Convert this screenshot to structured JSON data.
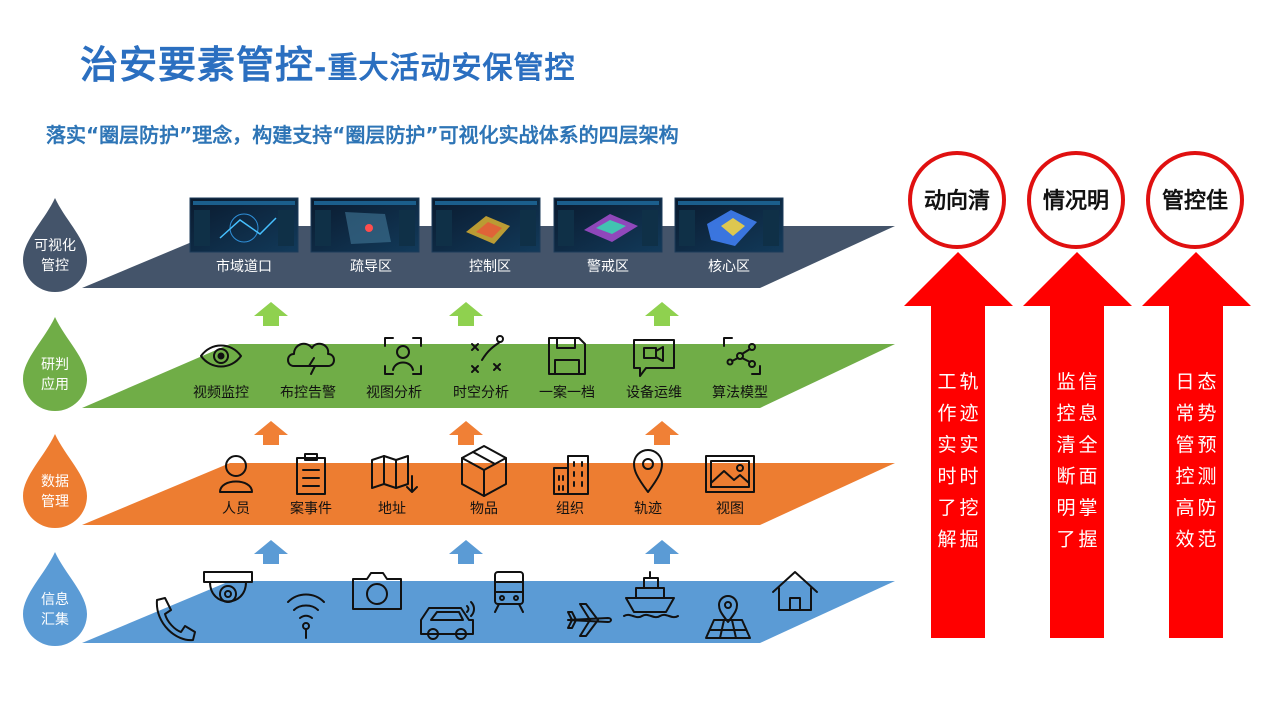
{
  "header": {
    "title_main": "治安要素管控",
    "title_sub": "-重大活动安保管控",
    "subtitle": "落实“圈层防护”理念，构建支持“圈层防护”可视化实战体系的四层架构"
  },
  "colors": {
    "title": "#2b6fc0",
    "layer_visual": "#44546a",
    "layer_analysis": "#70ad47",
    "layer_data": "#ed7d31",
    "layer_collect": "#5b9bd5",
    "up_arrow_green": "#8fd14f",
    "up_arrow_orange": "#f08036",
    "up_arrow_blue": "#5b9bd5",
    "big_arrow": "#ff0000"
  },
  "layers": [
    {
      "name_line1": "可视化",
      "name_line2": "管控"
    },
    {
      "name_line1": "研判",
      "name_line2": "应用"
    },
    {
      "name_line1": "数据",
      "name_line2": "管理"
    },
    {
      "name_line1": "信息",
      "name_line2": "汇集"
    }
  ],
  "visual_items": [
    "市域道口",
    "疏导区",
    "控制区",
    "警戒区",
    "核心区"
  ],
  "analysis_items": [
    {
      "label": "视频监控",
      "icon": "eye-icon"
    },
    {
      "label": "布控告警",
      "icon": "cloud-lightning-icon"
    },
    {
      "label": "视图分析",
      "icon": "face-scan-icon"
    },
    {
      "label": "时空分析",
      "icon": "tactics-icon"
    },
    {
      "label": "一案一档",
      "icon": "floppy-icon"
    },
    {
      "label": "设备运维",
      "icon": "video-chat-icon"
    },
    {
      "label": "算法模型",
      "icon": "network-icon"
    }
  ],
  "data_items": [
    {
      "label": "人员",
      "icon": "person-icon"
    },
    {
      "label": "案事件",
      "icon": "clipboard-icon"
    },
    {
      "label": "地址",
      "icon": "map-icon"
    },
    {
      "label": "物品",
      "icon": "box-icon"
    },
    {
      "label": "组织",
      "icon": "building-icon"
    },
    {
      "label": "轨迹",
      "icon": "location-pin-icon"
    },
    {
      "label": "视图",
      "icon": "picture-icon"
    }
  ],
  "collect_icons": [
    "phone-icon",
    "dome-camera-icon",
    "wifi-icon",
    "photo-camera-icon",
    "car-icon",
    "train-icon",
    "airplane-icon",
    "ship-icon",
    "map-location-icon",
    "house-icon"
  ],
  "goals": [
    {
      "circle": "动向清",
      "text_col1": [
        "工",
        "作",
        "实",
        "时",
        "了",
        "解"
      ],
      "text_col2": [
        "轨",
        "迹",
        "实",
        "时",
        "挖",
        "掘"
      ]
    },
    {
      "circle": "情况明",
      "text_col1": [
        "监",
        "控",
        "清",
        "断",
        "明",
        "了"
      ],
      "text_col2": [
        "信",
        "息",
        "全",
        "面",
        "掌",
        "握"
      ]
    },
    {
      "circle": "管控佳",
      "text_col1": [
        "日",
        "常",
        "管",
        "控",
        "高",
        "效"
      ],
      "text_col2": [
        "态",
        "势",
        "预",
        "测",
        "防",
        "范"
      ]
    }
  ]
}
